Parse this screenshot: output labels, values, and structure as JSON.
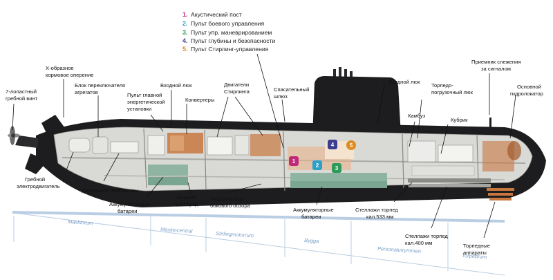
{
  "colors": {
    "hull": "#1d1d1f",
    "cutaway": "#d9d9d6",
    "deck": "#bcbcb8",
    "engines": "#c8773f",
    "batteries": "#8fb5a2",
    "sections": "#7a9fc6",
    "marker_1": "#c0287a",
    "marker_2": "#2ba0c9",
    "marker_3": "#2f9a5a",
    "marker_4": "#3c3d8f",
    "marker_5": "#e08a1f"
  },
  "legend": [
    {
      "num": "1.",
      "text": "Акустический пост"
    },
    {
      "num": "2.",
      "text": "Пульт боевого управления"
    },
    {
      "num": "3.",
      "text": "Пульт упр. маневрированием"
    },
    {
      "num": "4.",
      "text": "Пульт глубины и безопасности"
    },
    {
      "num": "5.",
      "text": "Пульт Стирлинг-управления"
    }
  ],
  "labels": {
    "propeller": [
      "7-лопастный",
      "гребной винт"
    ],
    "x_rudder": [
      "Х-образное",
      "кормовое оперение"
    ],
    "switch_block": [
      "Блок переключателя",
      "агрегатов"
    ],
    "main_power": [
      "Пульт главной",
      "энергетической",
      "установки"
    ],
    "entry_hatch_aft": [
      "Входной люк"
    ],
    "converters": [
      "Конвертеры"
    ],
    "stirling_engines": [
      "Двигатели",
      "Стирлинга"
    ],
    "escape_lock": [
      "Спасательный",
      "шлюз"
    ],
    "entry_hatch_fwd": [
      "Входной люк"
    ],
    "signal_receiver": [
      "Приемник слежения",
      "за сигналом"
    ],
    "main_sonar": [
      "Основной",
      "гидролокатор"
    ],
    "galley": [
      "Камбуз"
    ],
    "torpedo_loading_hatch": [
      "Торпедо-",
      "погрузочный люк"
    ],
    "crew_quarters": [
      "Кубрик"
    ],
    "propulsion_motor": [
      "Гребной",
      "электродвигатель"
    ],
    "diesel_generators": [
      "Дизельные генераторы"
    ],
    "batteries_aft": [
      "Аккумуляторные",
      "батареи"
    ],
    "liquid_oxygen": [
      "Жидкий",
      "кислород"
    ],
    "side_sonar": [
      "Гидролокатор",
      "бокового обзора"
    ],
    "batteries_fwd": [
      "Аккумуляторные",
      "батареи"
    ],
    "torpedo_racks_533": [
      "Стеллажи торпед",
      "кал.533 мм"
    ],
    "torpedo_racks_400": [
      "Стеллажи торпед",
      "кал.400 мм"
    ],
    "torpedo_tubes": [
      "Торпедные",
      "аппараты"
    ]
  },
  "sections": [
    "Maskinrum",
    "Maskincentral",
    "Stirlingmotorrum",
    "Bygga",
    "Personalutrymmen",
    "Torpedrum"
  ],
  "markers": [
    "1",
    "2",
    "3",
    "4",
    "5"
  ]
}
